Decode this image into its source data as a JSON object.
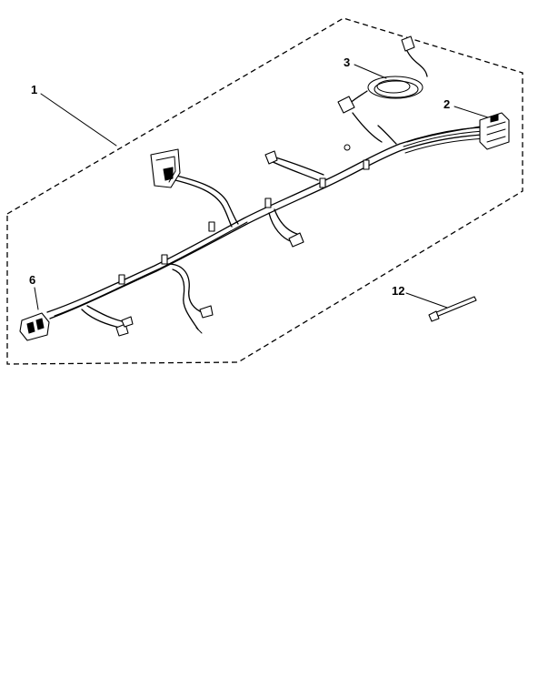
{
  "callouts": {
    "harness_kit": "1",
    "connector_block": "2",
    "ground_coil": "3",
    "terminal_plug": "6",
    "cable_tie": "12"
  }
}
